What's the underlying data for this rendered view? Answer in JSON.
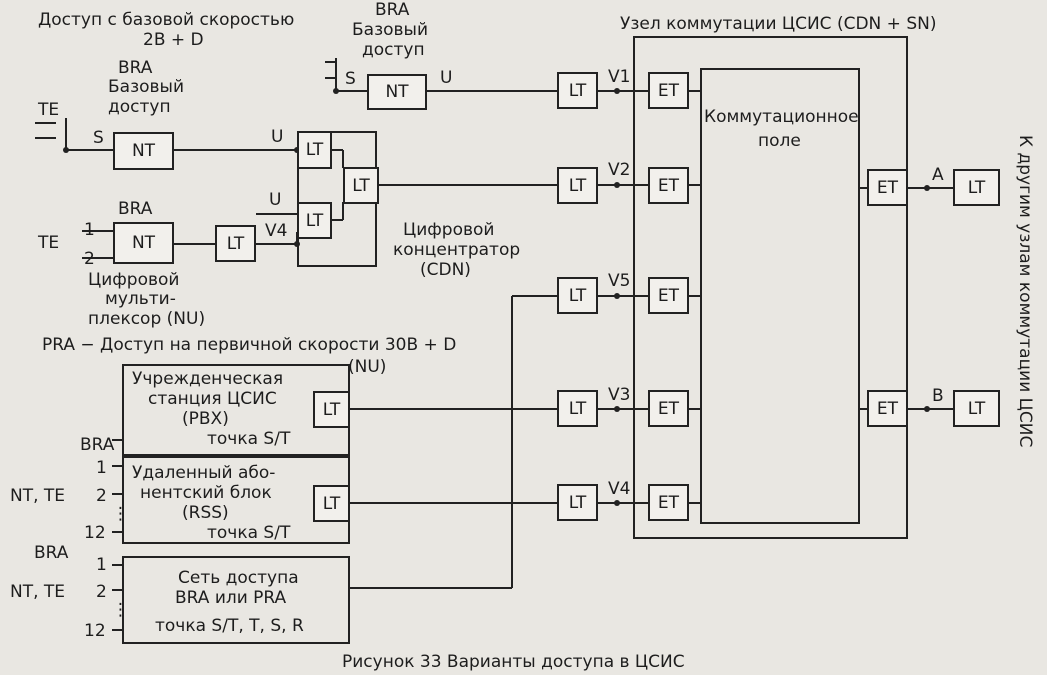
{
  "labels": {
    "basic_access": "Доступ с базовой скоростью",
    "basic_rate": "2B + D",
    "bra": "BRA",
    "bra_base_access_1": "Базовый",
    "bra_base_access_2": "доступ",
    "te": "TE",
    "s": "S",
    "u": "U",
    "nt": "NT",
    "lt": "LT",
    "et": "ET",
    "v1": "V1",
    "v2": "V2",
    "v3": "V3",
    "v4": "V4",
    "v5": "V5",
    "a": "A",
    "b": "B",
    "digital_concentrator_1": "Цифровой",
    "digital_concentrator_2": "концентратор",
    "digital_concentrator_3": "(CDN)",
    "mux_1": "Цифровой",
    "mux_2": "мульти-",
    "mux_3": "плексор (NU)",
    "pra_access": "PRA − Доступ на первичной скорости 30B + D",
    "nu": "(NU)",
    "pbx_1": "Учрежденческая",
    "pbx_2": "станция ЦСИС",
    "pbx_3": "(PBX)",
    "pbx_4": "точка S/T",
    "rss_1": "Удаленный або-",
    "rss_2": "нентский блок",
    "rss_3": "(RSS)",
    "rss_4": "точка S/T",
    "access_net_1": "Сеть доступа",
    "access_net_2": "BRA или PRA",
    "access_net_3": "точка S/T, T, S, R",
    "nt_te": "NT, TE",
    "n1": "1",
    "n2": "2",
    "n12": "12",
    "node_title": "Узел коммутации ЦСИС (CDN + SN)",
    "switch_field_1": "Коммутационное",
    "switch_field_2": "поле",
    "other_nodes": "К другим узлам коммутации ЦСИС",
    "caption": "Рисунок 33 Варианты доступа в ЦСИС"
  }
}
